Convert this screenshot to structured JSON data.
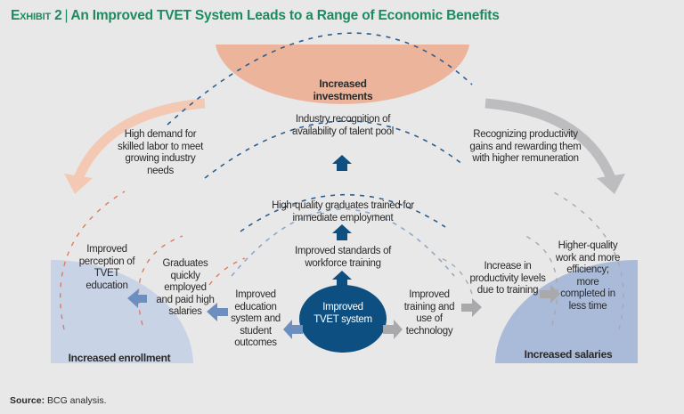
{
  "title": {
    "exhibit": "Exhibit 2",
    "separator": "|",
    "text": "An Improved TVET System Leads to a Range of Economic Benefits"
  },
  "nodes": {
    "investments": "Increased investments",
    "enrollment": "Increased enrollment",
    "salaries": "Increased salaries",
    "center": "Improved TVET system"
  },
  "center_column": [
    "Industry recognition of availability of talent pool",
    "High-quality graduates trained for immediate employment",
    "Improved standards of workforce training"
  ],
  "left_column": [
    "Improved perception of TVET education",
    "Graduates quickly employed and paid high salaries",
    "Improved education system and student outcomes"
  ],
  "right_column": [
    "Improved training and use of technology",
    "Increase in productivity levels due to training",
    "Higher-quality work and more efficiency; more completed in less time"
  ],
  "loops": {
    "left": "High demand for skilled labor to meet growing industry needs",
    "right": "Recognizing productivity gains and rewarding them with higher remuneration"
  },
  "source": {
    "label": "Source:",
    "text": "BCG analysis."
  },
  "colors": {
    "title": "#1e8a5f",
    "investments": "#ecb49b",
    "enrollment": "#c9d3e6",
    "salaries": "#aabbd9",
    "center": "#0d4f80",
    "arrow_left": "#6d8fbf",
    "arrow_right": "#a9a9ab"
  }
}
